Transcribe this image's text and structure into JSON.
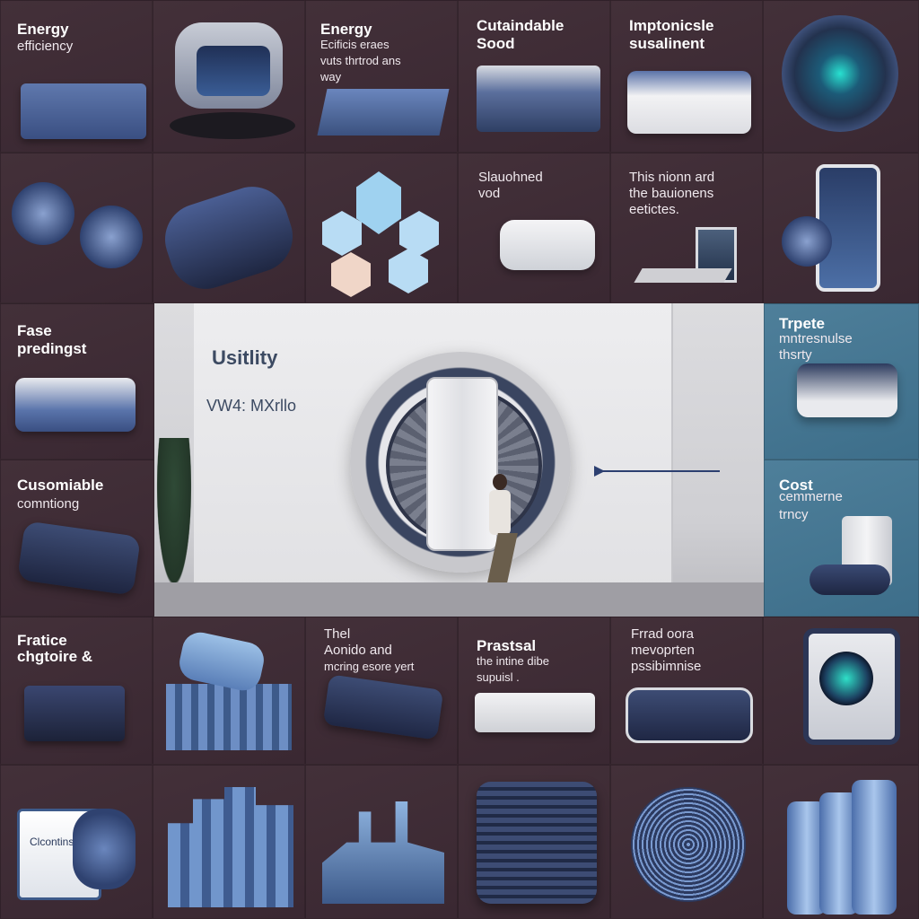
{
  "tiles": {
    "r1c1": {
      "title": "Energy",
      "sub": "efficiency"
    },
    "r1c3": {
      "title": "Energy",
      "sub1": "Ecificis eraes",
      "sub2": "vuts thrtrod ans",
      "sub3": "way"
    },
    "r1c4": {
      "title": "Cutaindable",
      "title2": "Sood"
    },
    "r1c5": {
      "title": "Imptonicsle",
      "title2": "susalinent"
    },
    "r2c4": {
      "sub1": "Slauohned",
      "sub2": "vod"
    },
    "r2c5": {
      "sub1": "This nionn ard",
      "sub2": "the bauionens",
      "sub3": "eetictes."
    },
    "r3c1": {
      "title": "Fase",
      "title2": "predingst"
    },
    "r3c6": {
      "title": "Trpete",
      "sub1": "mntresnulse",
      "sub2": "thsrty"
    },
    "r4c1": {
      "title": "Cusomiable",
      "sub": "comntiong"
    },
    "r4c6": {
      "title": "Cost",
      "sub1": "cemmerne",
      "sub2": "trncy"
    },
    "r5c1": {
      "title": "Fratice",
      "title2": "chgtoire &"
    },
    "r5c3": {
      "sub1": "Thel",
      "sub2": "Aonido and",
      "sub3": "mcring esore yert"
    },
    "r5c4": {
      "title": "Prastsal",
      "sub1": "the intine dibe",
      "sub2": "supuisl ."
    },
    "r5c5": {
      "sub1": "Frrad oora",
      "sub2": "mevoprten",
      "sub3": "pssibimnise"
    },
    "r6c1": {
      "label": "Clcontins"
    }
  },
  "hero": {
    "title": "Usitlity",
    "code": "VW4: MXrllo"
  },
  "colors": {
    "background": "#3c2a34",
    "accent": "#3d5a8a",
    "teal_panel": "#4e7f9a",
    "device_blue": "#3f5486"
  },
  "icons": [
    "server-rack-icon",
    "monitor-icon",
    "circuit-board-icon",
    "solar-unit-icon",
    "printer-unit-icon",
    "speaker-orb-icon",
    "fan-pair-icon",
    "keypad-icon",
    "hexagon-modules-icon",
    "router-icon",
    "laptop-icon",
    "smartphone-icon",
    "modem-icon",
    "remote-control-icon",
    "smart-hub-icon",
    "battery-unit-icon",
    "city-buildings-icon",
    "charger-icon",
    "air-unit-icon",
    "smart-lock-icon",
    "sign-tag-icon",
    "skyscrapers-icon",
    "factory-icon",
    "server-cube-icon",
    "fiber-sphere-icon",
    "cylinders-icon"
  ]
}
